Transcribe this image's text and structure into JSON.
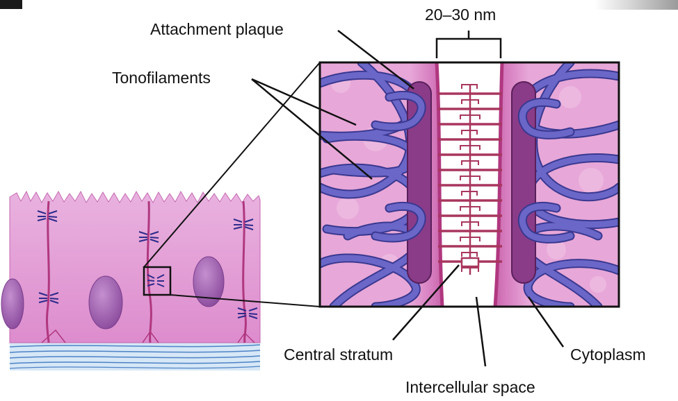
{
  "labels": {
    "scale": "20–30 nm",
    "attachment_plaque": "Attachment plaque",
    "tonofilaments": "Tonofilaments",
    "central_stratum": "Central stratum",
    "cytoplasm": "Cytoplasm",
    "intercellular_space": "Intercellular space"
  },
  "colors": {
    "cytoplasm": "#e7a7d8",
    "cytoplasm_dark": "#c24fa5",
    "membrane": "#b0377f",
    "plaque": "#8a3c88",
    "tonofilament": "#5a57b5",
    "tonofilament_light": "#8f8be0",
    "nucleus": "#a566b4",
    "basement": "#4c82c6",
    "stratum": "#a8365f",
    "outline": "#111111"
  }
}
